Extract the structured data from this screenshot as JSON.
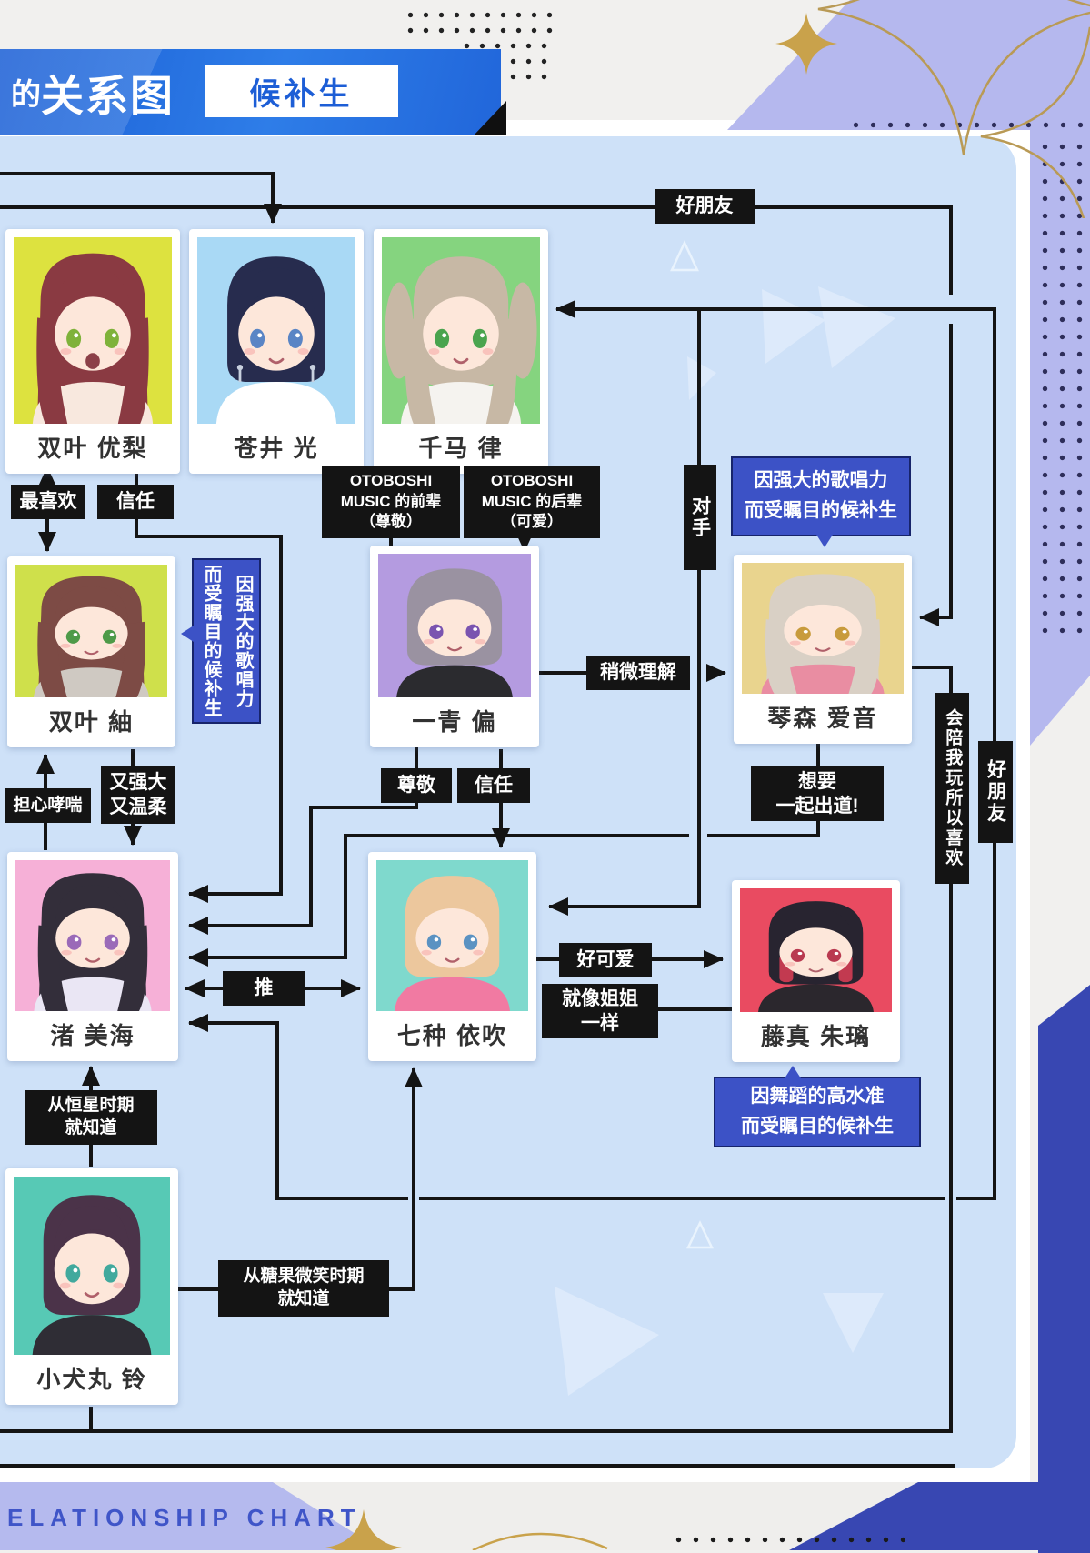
{
  "header": {
    "title_prefix": "的",
    "title_main": "关系图",
    "badge": "候补生"
  },
  "footer": {
    "caption": "ELATIONSHIP CHART"
  },
  "characters": [
    {
      "name": "双叶 优梨",
      "portrait": {
        "bg": "#dde23f",
        "hair": "#8a3a42",
        "eye": "#7fb23a",
        "outfit": "#f8e8de",
        "style": "long",
        "mouth": "open"
      }
    },
    {
      "name": "苍井 光",
      "portrait": {
        "bg": "#a9d9f5",
        "hair": "#272c4e",
        "eye": "#5a85c5",
        "outfit": "#ffffff",
        "style": "short",
        "earrings": true
      }
    },
    {
      "name": "千马 律",
      "portrait": {
        "bg": "#85d47f",
        "hair": "#c7b8a5",
        "eye": "#4aa44e",
        "outfit": "#f5f3ef",
        "style": "twin"
      }
    },
    {
      "name": "双叶 紬",
      "portrait": {
        "bg": "#cfe04b",
        "hair": "#7d4b45",
        "eye": "#4e9a48",
        "outfit": "#cfc9c2",
        "style": "long"
      }
    },
    {
      "name": "一青 偏",
      "portrait": {
        "bg": "#b49be0",
        "hair": "#9a92a1",
        "eye": "#7a54b0",
        "outfit": "#2b2b2f",
        "style": "short"
      }
    },
    {
      "name": "琴森 爱音",
      "portrait": {
        "bg": "#e9d48e",
        "hair": "#d9d0c5",
        "eye": "#c89b3c",
        "outfit": "#e98da2",
        "style": "long"
      }
    },
    {
      "name": "渚 美海",
      "portrait": {
        "bg": "#f6b0d7",
        "hair": "#332e3a",
        "eye": "#9a6ab8",
        "outfit": "#eae6f4",
        "style": "long"
      }
    },
    {
      "name": "七种 依吹",
      "portrait": {
        "bg": "#7fd9cd",
        "hair": "#ecc79d",
        "eye": "#5a92c2",
        "outfit": "#f17aa2",
        "style": "bob"
      }
    },
    {
      "name": "藤真 朱璃",
      "portrait": {
        "bg": "#e94b61",
        "hair": "#282430",
        "eye": "#b93a50",
        "outfit": "#2b272d",
        "style": "bob",
        "inner": "#c23a50"
      }
    },
    {
      "name": "小犬丸 铃",
      "portrait": {
        "bg": "#57c9b5",
        "hair": "#4b3349",
        "eye": "#41a99d",
        "outfit": "#2f2d35",
        "style": "bob"
      }
    }
  ],
  "edges": [
    {
      "label": "好朋友",
      "from": "off-chart-left",
      "to": "琴森 爱音",
      "arrows": "to"
    },
    {
      "label": "",
      "from": "off-chart-left",
      "to": "苍井 光",
      "arrows": "to"
    },
    {
      "label": "最喜欢",
      "from": "双叶 优梨",
      "to": "双叶 紬",
      "arrows": "both"
    },
    {
      "label": "信任",
      "from": "双叶 优梨",
      "to": "渚 美海",
      "arrows": "to"
    },
    {
      "label": "OTOBOSHI\nMUSIC 的前辈\n（尊敬）",
      "from": "一青 偏",
      "to": "千马 律",
      "arrows": "to"
    },
    {
      "label": "OTOBOSHI\nMUSIC 的后辈\n（可爱）",
      "from": "千马 律",
      "to": "一青 偏",
      "arrows": "to"
    },
    {
      "label": "对手",
      "from": "千马 律",
      "to": "七种 依吹",
      "arrows": "to"
    },
    {
      "label": "稍微理解",
      "from": "一青 偏",
      "to": "琴森 爱音",
      "arrows": "to"
    },
    {
      "label": "尊敬",
      "from": "一青 偏",
      "to": "渚 美海",
      "arrows": "to"
    },
    {
      "label": "信任",
      "from": "一青 偏",
      "to": "七种 依吹",
      "arrows": "to"
    },
    {
      "label": "想要\n一起出道!",
      "from": "琴森 爱音",
      "to": "渚 美海",
      "arrows": "to"
    },
    {
      "label": "会陪我玩所以喜欢",
      "from": "琴森 爱音",
      "to": "off-chart-left",
      "arrows": "none"
    },
    {
      "label": "好朋友",
      "from": "千马 律",
      "to": "渚 美海",
      "arrows": "both"
    },
    {
      "label": "担心哮喘",
      "from": "渚 美海",
      "to": "双叶 紬",
      "arrows": "to"
    },
    {
      "label": "又强大\n又温柔",
      "from": "双叶 紬",
      "to": "渚 美海",
      "arrows": "to"
    },
    {
      "label": "推",
      "from": "渚 美海",
      "to": "七种 依吹",
      "arrows": "both"
    },
    {
      "label": "好可爱",
      "from": "七种 依吹",
      "to": "藤真 朱璃",
      "arrows": "to"
    },
    {
      "label": "就像姐姐\n一样",
      "from": "藤真 朱璃",
      "to": "七种 依吹",
      "arrows": "to"
    },
    {
      "label": "从恒星时期\n就知道",
      "from": "小犬丸 铃",
      "to": "渚 美海",
      "arrows": "to"
    },
    {
      "label": "从糖果微笑时期\n就知道",
      "from": "小犬丸 铃",
      "to": "七种 依吹",
      "arrows": "to"
    },
    {
      "label": "",
      "from": "off-chart-left",
      "to": "off-chart-right",
      "arrows": "none"
    }
  ],
  "bubbles": [
    {
      "text": "因强大的歌唱力\n而受瞩目的候补生",
      "target": "双叶 紬",
      "orientation": "vertical"
    },
    {
      "text": "因强大的歌唱力\n而受瞩目的候补生",
      "target": "琴森 爱音",
      "orientation": "horizontal"
    },
    {
      "text": "因舞蹈的高水准\n而受瞩目的候补生",
      "target": "藤真 朱璃",
      "orientation": "horizontal"
    }
  ],
  "colors": {
    "banner_blue": "#2268dd",
    "badge_text": "#1d5ed6",
    "panel_blue": "#cee1f8",
    "label_black": "#141414",
    "bubble_blue": "#3c52c6",
    "periwinkle": "#b5b8ee",
    "royal_blue": "#3847b2",
    "gold": "#c9a24b",
    "footer_text": "#3f55c8",
    "line": "#141414"
  }
}
